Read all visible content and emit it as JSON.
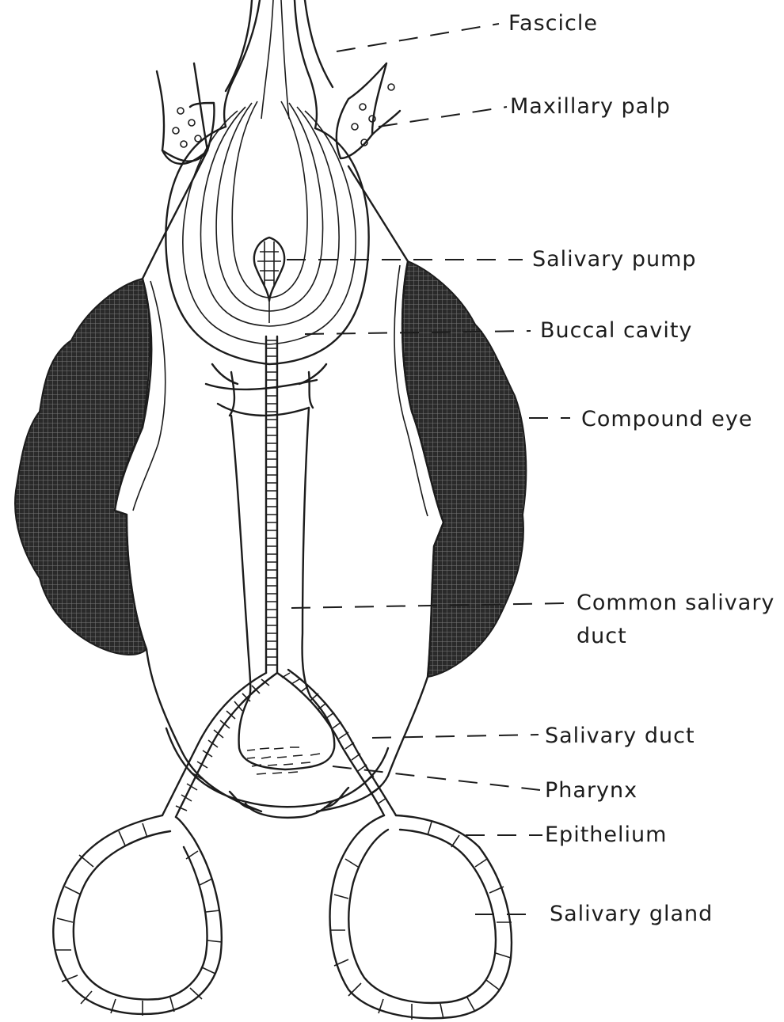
{
  "labels": {
    "fascicle": "Fascicle",
    "maxillary_palp": "Maxillary palp",
    "salivary_pump": "Salivary pump",
    "buccal_cavity": "Buccal cavity",
    "compound_eye": "Compound eye",
    "common_salivary_duct_1": "Common salivary",
    "common_salivary_duct_2": "duct",
    "salivary_duct": "Salivary duct",
    "pharynx": "Pharynx",
    "epithelium": "Epithelium",
    "salivary_gland": "Salivary gland"
  },
  "colors": {
    "ink": "#1c1c1c",
    "paper": "#ffffff",
    "eye_fill": "#2e2e2e"
  }
}
